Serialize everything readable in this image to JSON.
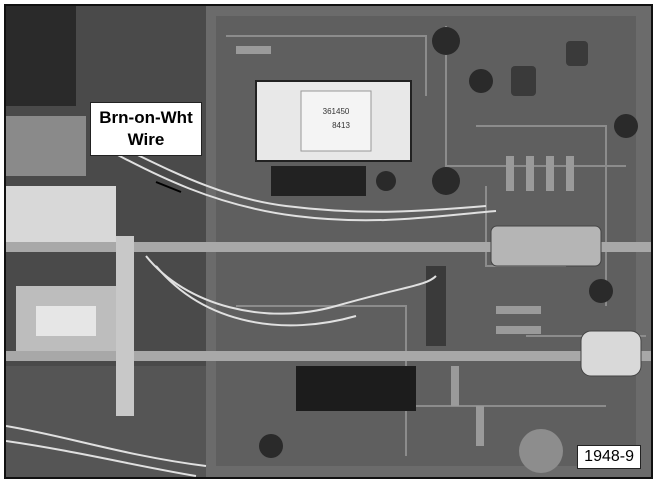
{
  "callout": {
    "line1": "Brn-on-Wht",
    "line2": "Wire"
  },
  "ic_marking": {
    "line1": "361450",
    "line2": "8413"
  },
  "figure_number": "1948-9",
  "colors": {
    "board": "#6b6b6b",
    "dark_bg": "#2e2e2e",
    "rod": "#a8a8a8",
    "label_bg": "#ffffff"
  }
}
